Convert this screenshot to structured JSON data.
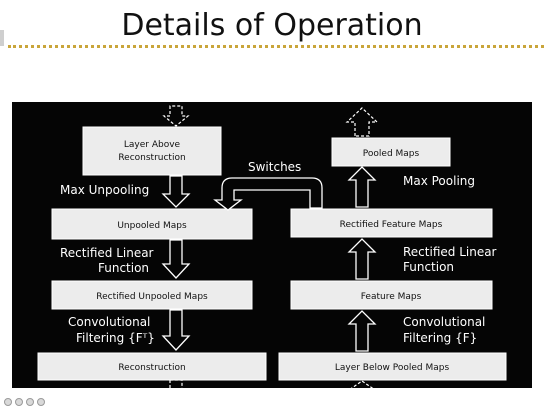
{
  "slide": {
    "title": "Details of Operation"
  },
  "diagram": {
    "boxes": {
      "layer_above": [
        "Layer Above",
        "Reconstruction"
      ],
      "unpooled_maps": "Unpooled Maps",
      "rectified_unpooled": "Rectified Unpooled Maps",
      "reconstruction": "Reconstruction",
      "pooled_maps": "Pooled Maps",
      "rectified_feature": "Rectified Feature Maps",
      "feature_maps": "Feature Maps",
      "layer_below": "Layer Below Pooled Maps"
    },
    "labels": {
      "max_unpooling": "Max Unpooling",
      "switches": "Switches",
      "max_pooling": "Max Pooling",
      "rect_linear_left": [
        "Rectified Linear",
        "Function"
      ],
      "rect_linear_right": [
        "Rectified Linear",
        "Function"
      ],
      "conv_left": [
        "Convolutional",
        "Filtering {Fᵀ}"
      ],
      "conv_right": [
        "Convolutional",
        "Filtering {F}"
      ]
    }
  },
  "colors": {
    "panel": "#050505",
    "box_fill": "#ececec",
    "box_stroke": "#ffffff",
    "title_rule": "#c9a53a"
  }
}
